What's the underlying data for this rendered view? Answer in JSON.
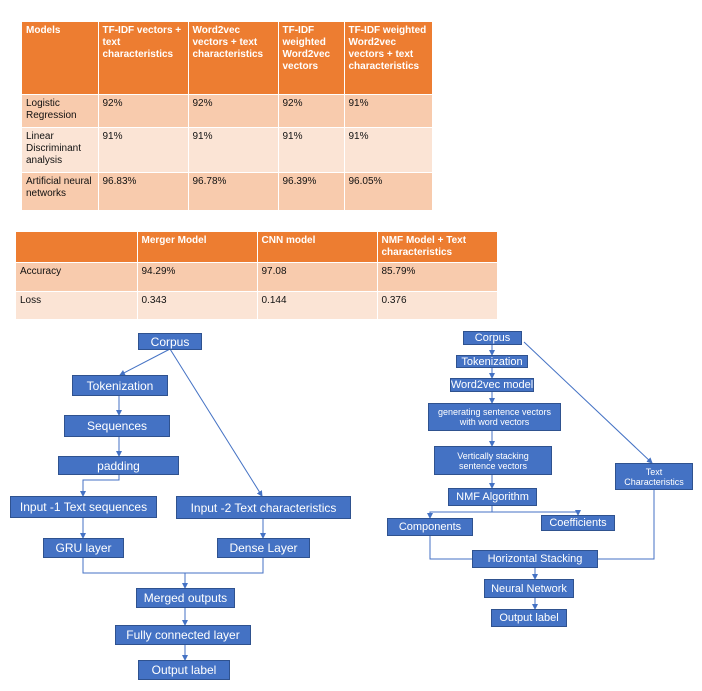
{
  "table1": {
    "headers": [
      "Models",
      "TF-IDF vectors + text characteristics",
      "Word2vec vectors + text characteristics",
      "TF-IDF weighted Word2vec vectors",
      "TF-IDF weighted Word2vec vectors + text characteristics"
    ],
    "rows": [
      [
        "Logistic Regression",
        "92%",
        "92%",
        "92%",
        "91%"
      ],
      [
        "Linear Discriminant analysis",
        "91%",
        "91%",
        "91%",
        "91%"
      ],
      [
        "Artificial neural networks",
        "96.83%",
        "96.78%",
        "96.39%",
        "96.05%"
      ]
    ]
  },
  "table2": {
    "headers": [
      "",
      "Merger Model",
      "CNN model",
      "NMF Model + Text characteristics"
    ],
    "rows": [
      [
        "Accuracy",
        "94.29%",
        "97.08",
        "85.79%"
      ],
      [
        "Loss",
        "0.343",
        "0.144",
        "0.376"
      ]
    ]
  },
  "diagram_left": {
    "corpus": "Corpus",
    "tokenization": "Tokenization",
    "sequences": "Sequences",
    "padding": "padding",
    "input1": "Input -1 Text sequences",
    "input2": "Input -2 Text characteristics",
    "gru": "GRU layer",
    "dense": "Dense Layer",
    "merged": "Merged outputs",
    "fully_connected": "Fully connected layer",
    "output": "Output label"
  },
  "diagram_right": {
    "corpus": "Corpus",
    "tokenization": "Tokenization",
    "word2vec": "Word2vec model",
    "sentence_vectors": "generating sentence vectors with word vectors",
    "vertical_stacking": "Vertically stacking sentence vectors",
    "nmf": "NMF Algorithm",
    "components": "Components",
    "coefficients": "Coefficients",
    "text_characteristics": "Text Characteristics",
    "horizontal_stacking": "Horizontal Stacking",
    "neural_network": "Neural Network",
    "output": "Output label"
  },
  "colors": {
    "table_header": "#ed7d31",
    "table_row_dark": "#f8cbad",
    "table_row_light": "#fbe4d5",
    "box_fill": "#4472c4",
    "box_border": "#2f528f"
  }
}
